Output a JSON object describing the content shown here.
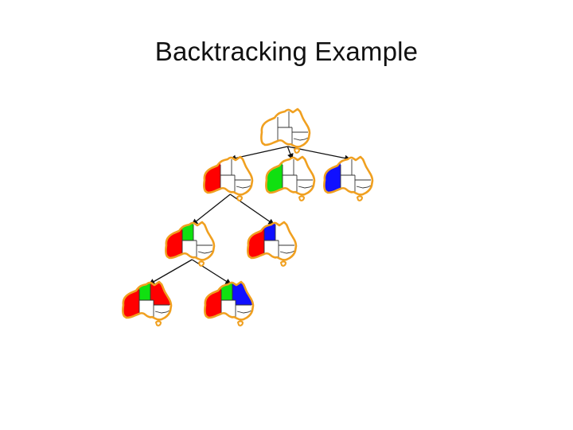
{
  "slide": {
    "title": "Backtracking Example"
  },
  "colors": {
    "outline": "#f0a020",
    "red": "#ff0000",
    "green": "#10e010",
    "blue": "#1010ff",
    "uncolored": "#ffffff",
    "border": "#333333",
    "arrow": "#111111"
  },
  "legend_regions": [
    "WA",
    "NT",
    "Q"
  ],
  "tree": {
    "nodes": [
      {
        "id": "root",
        "depth": 0,
        "assignment": {}
      },
      {
        "id": "wa-red",
        "depth": 1,
        "parent": "root",
        "assignment": {
          "WA": "red"
        }
      },
      {
        "id": "wa-green",
        "depth": 1,
        "parent": "root",
        "assignment": {
          "WA": "green"
        }
      },
      {
        "id": "wa-blue",
        "depth": 1,
        "parent": "root",
        "assignment": {
          "WA": "blue"
        }
      },
      {
        "id": "wa-red-nt-green",
        "depth": 2,
        "parent": "wa-red",
        "assignment": {
          "WA": "red",
          "NT": "green"
        }
      },
      {
        "id": "wa-red-nt-blue",
        "depth": 2,
        "parent": "wa-red",
        "assignment": {
          "WA": "red",
          "NT": "blue"
        }
      },
      {
        "id": "wa-red-nt-green-q-red",
        "depth": 3,
        "parent": "wa-red-nt-green",
        "assignment": {
          "WA": "red",
          "NT": "green",
          "Q": "red"
        }
      },
      {
        "id": "wa-red-nt-green-q-blue",
        "depth": 3,
        "parent": "wa-red-nt-green",
        "assignment": {
          "WA": "red",
          "NT": "green",
          "Q": "blue"
        }
      }
    ]
  }
}
